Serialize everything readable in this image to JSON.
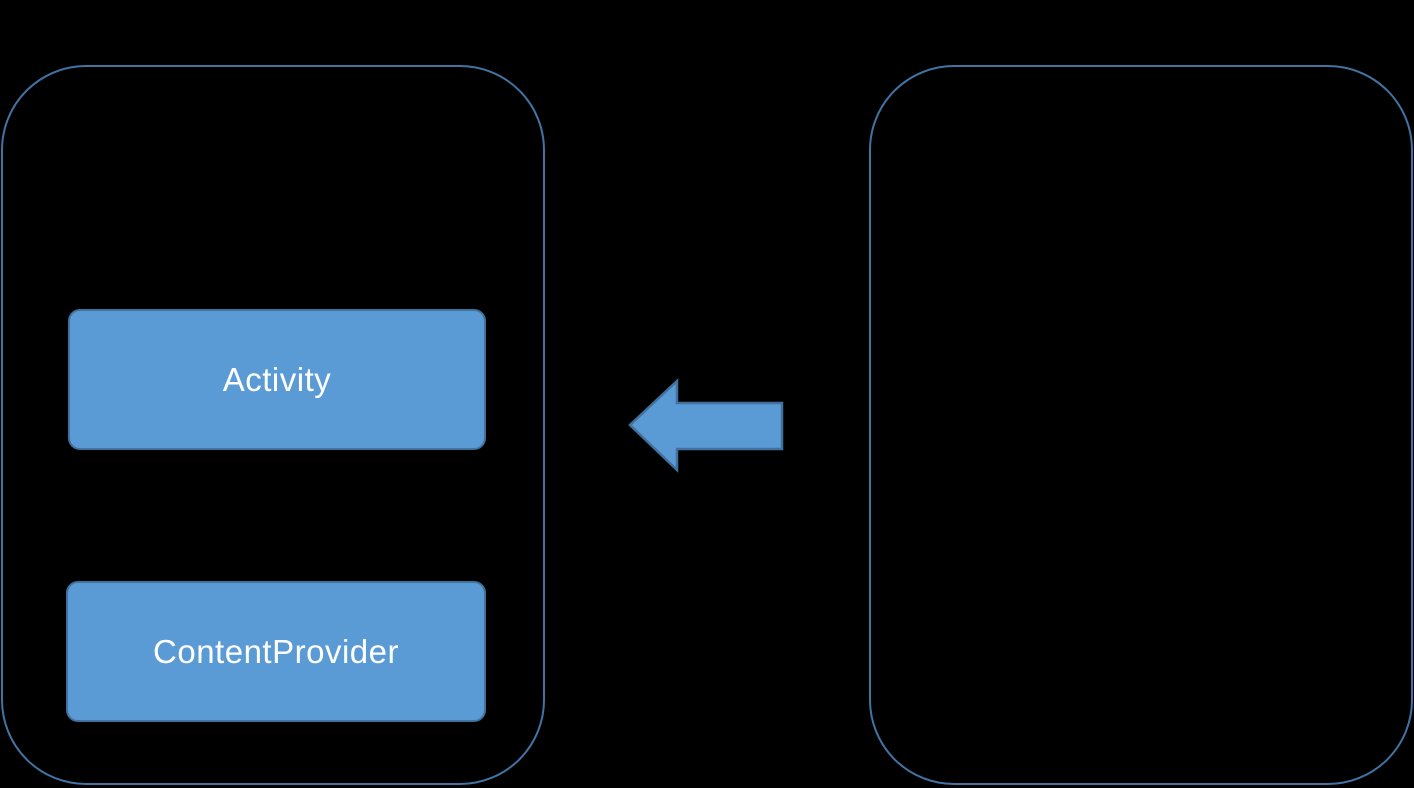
{
  "diagram": {
    "type": "block-diagram",
    "background": "#000000",
    "left_container": {
      "shape": "rounded-rectangle-outline",
      "border_color": "#4173A3",
      "boxes": [
        {
          "label": "Activity"
        },
        {
          "label": "ContentProvider"
        }
      ]
    },
    "right_container": {
      "shape": "rounded-rectangle-outline",
      "border_color": "#4173A3",
      "boxes": []
    },
    "arrow": {
      "direction": "left",
      "fill": "#5B9BD5",
      "border_color": "#41719C",
      "meaning": "points from right container toward left container"
    },
    "colors": {
      "box_fill": "#5B9BD5",
      "box_border": "#41719C",
      "label_text": "#FFFFFF"
    }
  }
}
